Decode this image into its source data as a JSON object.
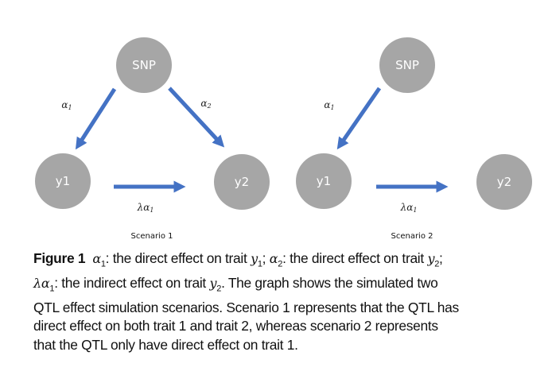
{
  "scenarios": [
    {
      "snp": "SNP",
      "y1": "y1",
      "y2": "y2",
      "alpha1": "α",
      "alpha2": "α",
      "lambda_alpha1": "λα",
      "sub1": "1",
      "sub2": "2",
      "title": "Scenario 1"
    },
    {
      "snp": "SNP",
      "y1": "y1",
      "y2": "y2",
      "alpha1": "α",
      "lambda_alpha1": "λα",
      "sub1": "1",
      "title": "Scenario 2"
    }
  ],
  "caption": {
    "figure_label": "Figure 1",
    "a1": "α",
    "s1": "1",
    "t1": ": the direct effect on trait ",
    "y": "y",
    "t2": "; ",
    "a2": "α",
    "s2": "2",
    "t3": ": the direct effect on trait ",
    "t4": ";",
    "la": "λα",
    "t5": ": the indirect effect on trait ",
    "t6": ". The graph shows the simulated two",
    "line3": "QTL effect simulation scenarios. Scenario 1 represents that the QTL has",
    "line4": "direct effect on both trait 1 and trait 2, whereas scenario 2 represents",
    "line5": "that the QTL only have direct effect on trait 1."
  },
  "colors": {
    "node": "#a6a6a6",
    "arrow": "#4472c4"
  }
}
